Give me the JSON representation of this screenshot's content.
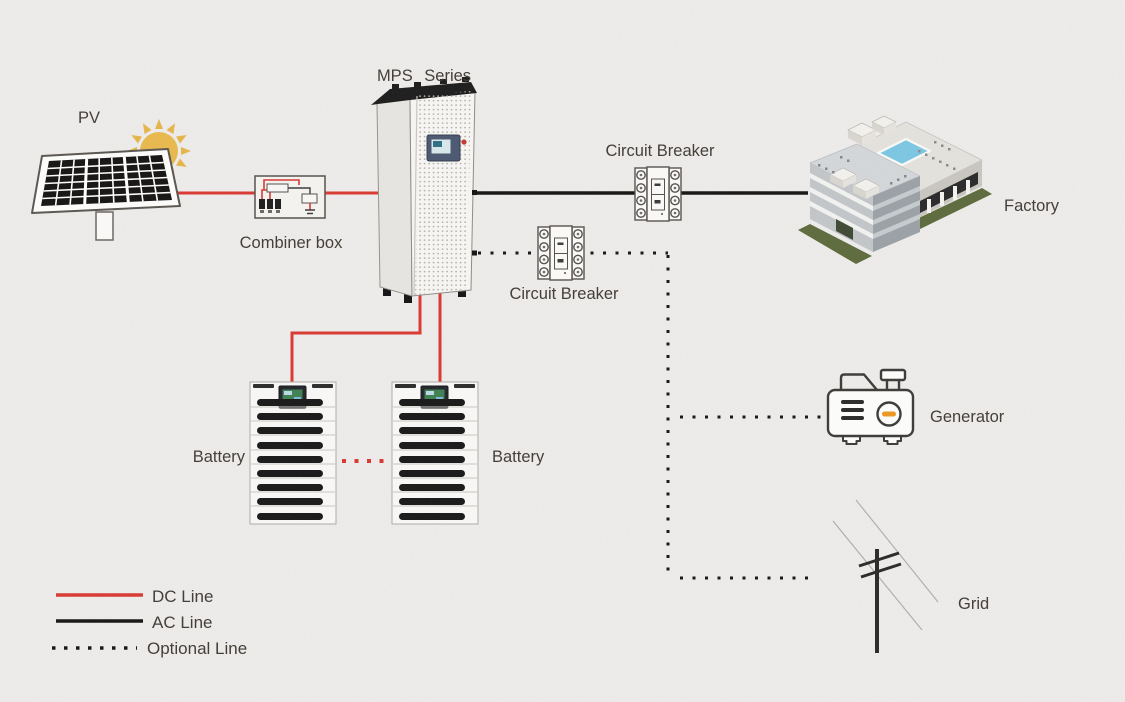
{
  "diagram": {
    "pv_label": "PV",
    "combiner_label": "Combiner box",
    "mps_label": "MPS Series",
    "breaker_top_label": "Circuit Breaker",
    "breaker_mid_label": "Circuit Breaker",
    "factory_label": "Factory",
    "generator_label": "Generator",
    "grid_label": "Grid",
    "battery_left_label": "Battery",
    "battery_right_label": "Battery"
  },
  "legend": {
    "items": [
      {
        "label": "DC Line",
        "style": "solid",
        "color": "#d93932"
      },
      {
        "label": "AC Line",
        "style": "solid",
        "color": "#171614"
      },
      {
        "label": "Optional Line",
        "style": "dotted",
        "color": "#171614"
      }
    ]
  },
  "colors": {
    "dc": "#d93932",
    "ac": "#171614",
    "optional": "#171614",
    "text": "#423c37",
    "sun": "#e6b54b",
    "generator_dial": "#ee9722",
    "pool": "#7cc6e2",
    "grass": "#5e6b3d"
  }
}
